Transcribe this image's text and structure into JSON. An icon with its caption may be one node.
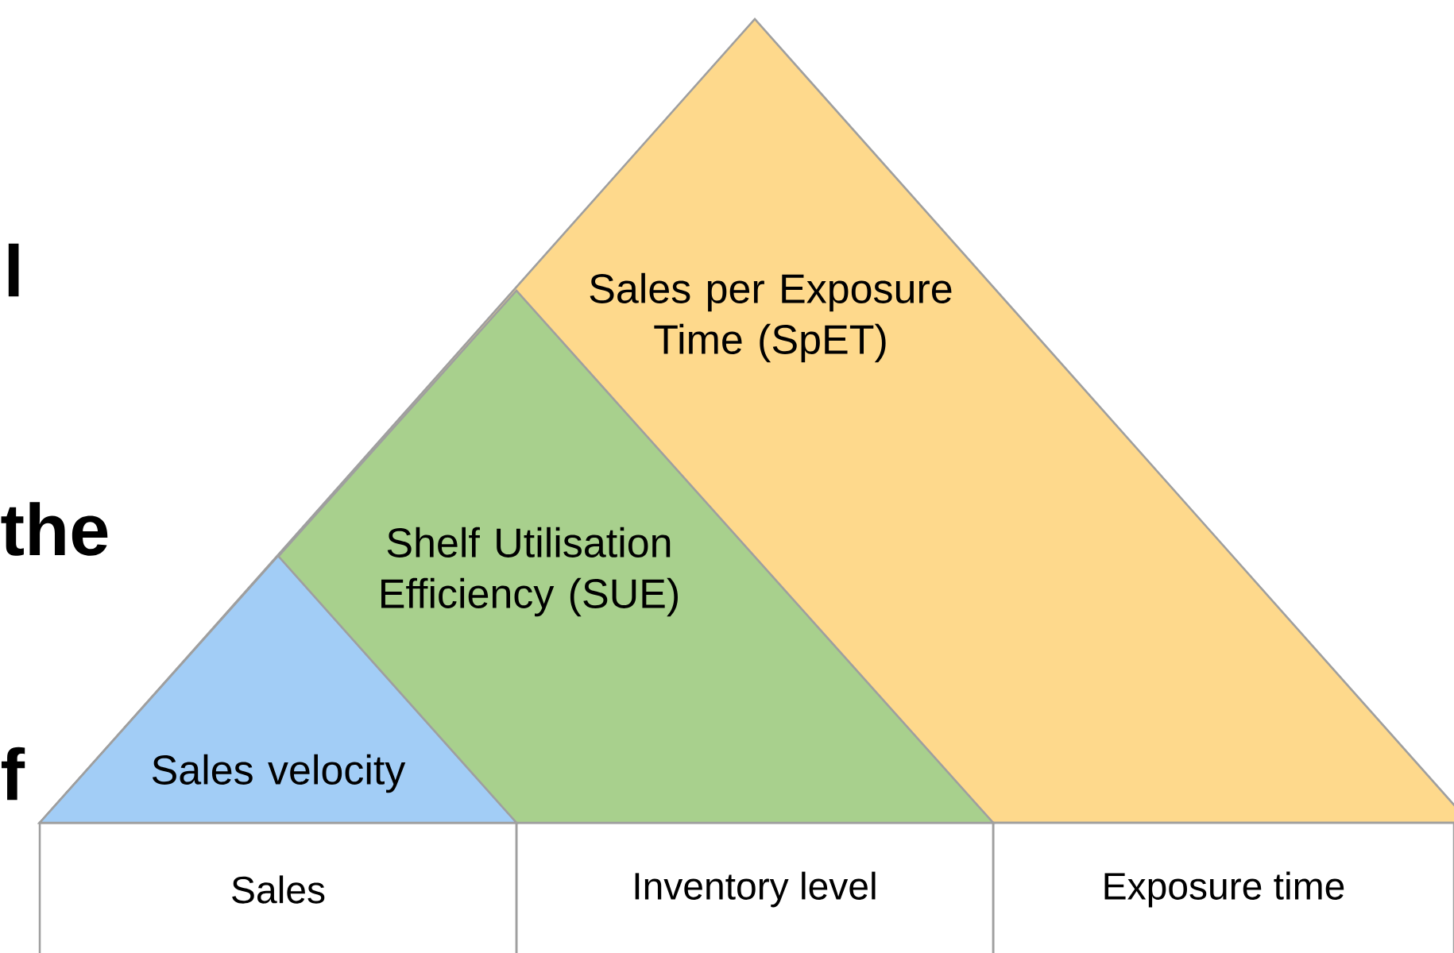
{
  "diagram": {
    "nodes": [
      {
        "text": [
          "Sales per Exposure Time (SpET)"
        ]
      },
      {
        "text": [
          "Shelf Utilisation Efficiency (SUE)"
        ],
        "in": 0
      },
      {
        "text": [
          "Sales velocity"
        ],
        "in": 1
      },
      {
        "text": [
          "Sales"
        ]
      },
      {
        "text": [
          "Inventory level"
        ]
      },
      {
        "text": [
          "Exposure time"
        ]
      }
    ],
    "labels": [
      "l",
      "the",
      "f"
    ]
  }
}
